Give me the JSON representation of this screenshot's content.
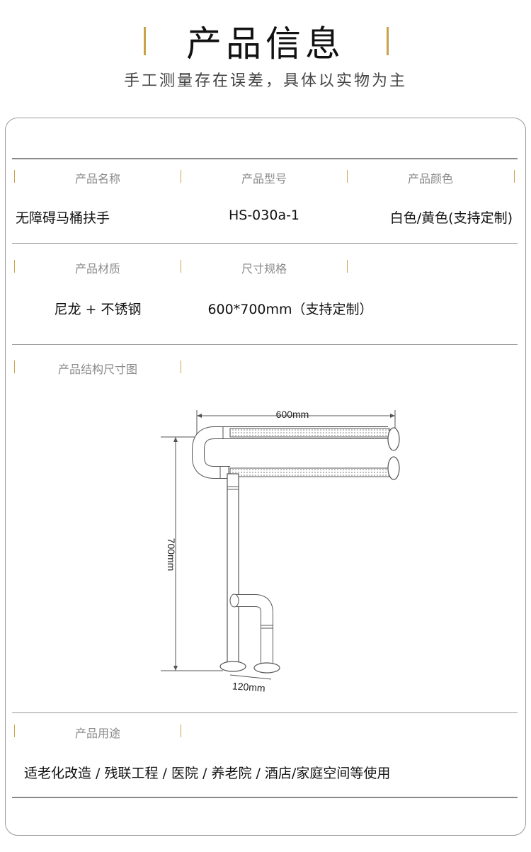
{
  "header": {
    "title": "产品信息",
    "subtitle": "手工测量存在误差，具体以实物为主"
  },
  "rows": {
    "name_label": "产品名称",
    "name_value": "无障碍马桶扶手",
    "model_label": "产品型号",
    "model_value": "HS-030a-1",
    "color_label": "产品颜色",
    "color_value": "白色/黄色(支持定制)",
    "material_label": "产品材质",
    "material_value": "尼龙 + 不锈钢",
    "size_label": "尺寸规格",
    "size_value": "600*700mm（支持定制）",
    "structure_label": "产品结构尺寸图",
    "usage_label": "产品用途",
    "usage_value": "适老化改造 / 残联工程 / 医院 / 养老院 / 酒店/家庭空间等使用"
  },
  "diagram": {
    "width_label": "600mm",
    "height_label": "700mm",
    "base_label": "120mm"
  },
  "colors": {
    "accent": "#c9a24a",
    "line": "#9a9a9a"
  }
}
